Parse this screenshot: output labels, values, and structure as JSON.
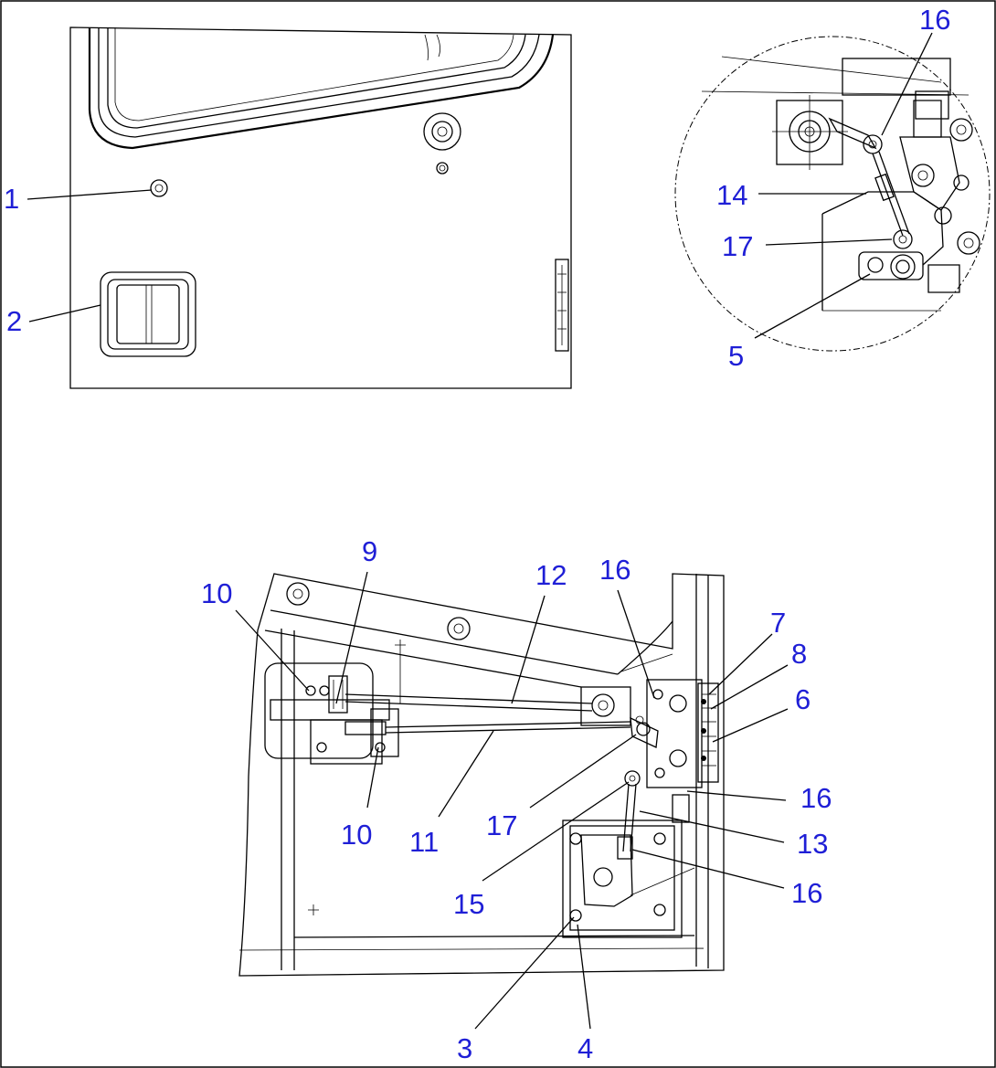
{
  "diagram": {
    "colors": {
      "callout": "#1f1fd6",
      "line": "#000000",
      "background": "#ffffff"
    },
    "callouts": [
      {
        "id": "c1",
        "text": "1"
      },
      {
        "id": "c2",
        "text": "2"
      },
      {
        "id": "c16a",
        "text": "16"
      },
      {
        "id": "c14",
        "text": "14"
      },
      {
        "id": "c17a",
        "text": "17"
      },
      {
        "id": "c5",
        "text": "5"
      },
      {
        "id": "c9",
        "text": "9"
      },
      {
        "id": "c10a",
        "text": "10"
      },
      {
        "id": "c12",
        "text": "12"
      },
      {
        "id": "c16b",
        "text": "16"
      },
      {
        "id": "c7",
        "text": "7"
      },
      {
        "id": "c8",
        "text": "8"
      },
      {
        "id": "c6",
        "text": "6"
      },
      {
        "id": "c16c",
        "text": "16"
      },
      {
        "id": "c10b",
        "text": "10"
      },
      {
        "id": "c11",
        "text": "11"
      },
      {
        "id": "c17b",
        "text": "17"
      },
      {
        "id": "c13",
        "text": "13"
      },
      {
        "id": "c15",
        "text": "15"
      },
      {
        "id": "c16d",
        "text": "16"
      },
      {
        "id": "c3",
        "text": "3"
      },
      {
        "id": "c4",
        "text": "4"
      }
    ]
  }
}
